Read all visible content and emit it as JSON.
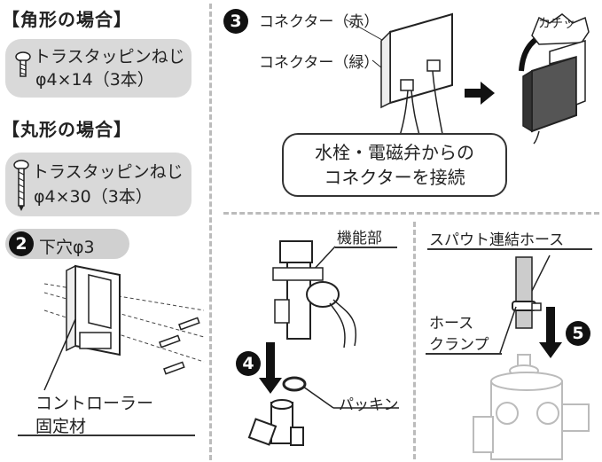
{
  "left": {
    "square_header": "【角形の場合】",
    "square_screw_line1": "トラスタッピンねじ",
    "square_screw_line2": "φ4×14（3本）",
    "round_header": "【丸形の場合】",
    "round_screw_line1": "トラスタッピンねじ",
    "round_screw_line2": "φ4×30（3本）",
    "step2_number": "2",
    "step2_label": "下穴φ3",
    "fixer_line1": "コントローラー",
    "fixer_line2": "固定材"
  },
  "step3": {
    "number": "3",
    "connector_red": "コネクター（赤）",
    "connector_green": "コネクター（緑）",
    "click_sound": "カチッ",
    "note_line1": "水栓・電磁弁からの",
    "note_line2": "コネクターを接続"
  },
  "step4": {
    "number": "4",
    "function_unit": "機能部",
    "packing": "パッキン"
  },
  "step5": {
    "number": "5",
    "spout_hose": "スパウト連結ホース",
    "clamp_line1": "ホース",
    "clamp_line2": "クランプ"
  }
}
